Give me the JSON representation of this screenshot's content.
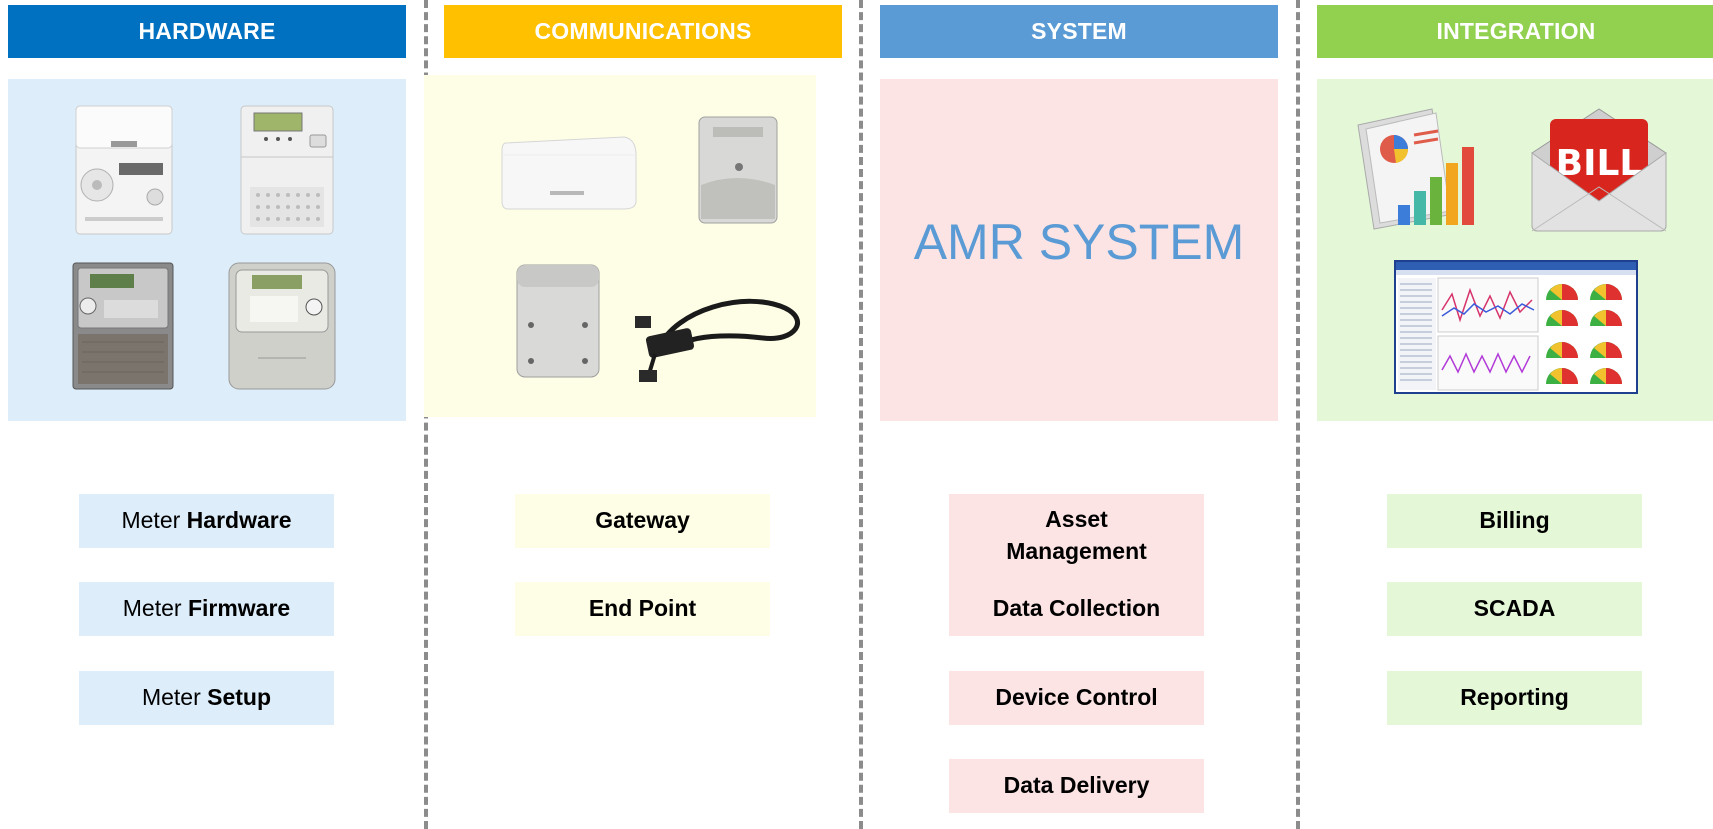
{
  "columns": [
    {
      "header": "HARDWARE",
      "color": "#0070c0",
      "panel_color": "#ddeefa"
    },
    {
      "header": "COMMUNICATIONS",
      "color": "#ffc000",
      "panel_color": "#fefee6"
    },
    {
      "header": "SYSTEM",
      "color": "#5b9bd5",
      "panel_color": "#fde4e4"
    },
    {
      "header": "INTEGRATION",
      "color": "#92d050",
      "panel_color": "#e4f8d8"
    }
  ],
  "system_title": "AMR SYSTEM",
  "hardware_items": [
    {
      "prefix": "Meter",
      "bold": "Hardware"
    },
    {
      "prefix": "Meter",
      "bold": "Firmware"
    },
    {
      "prefix": "Meter",
      "bold": "Setup"
    }
  ],
  "communications_items": [
    "Gateway",
    "End Point"
  ],
  "system_items": [
    "Asset Management",
    "Data Collection",
    "Device Control",
    "Data Delivery"
  ],
  "integration_items": [
    "Billing",
    "SCADA",
    "Reporting"
  ],
  "bill_text": "BILL",
  "icons": [
    "electricity-meter-icon",
    "gateway-device-icon",
    "network-cable-icon",
    "report-charts-icon",
    "bill-envelope-icon",
    "dashboard-screen-icon"
  ]
}
